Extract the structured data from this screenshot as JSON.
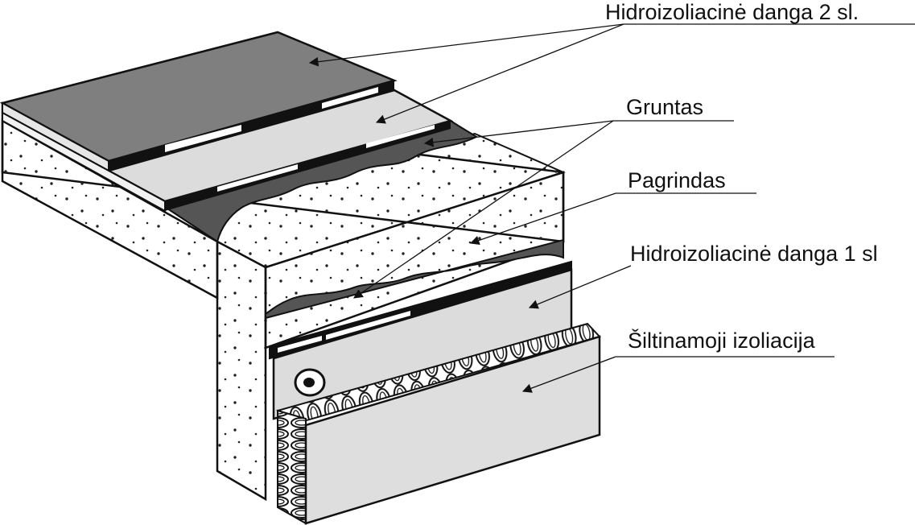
{
  "labels": {
    "waterproofing_layer_2": "Hidroizoliacinė danga 2 sl.",
    "soil": "Gruntas",
    "base": "Pagrindas",
    "waterproofing_layer_1": "Hidroizoliacinė danga 1 sl",
    "thermal_insulation": "Šiltinamoji izoliacija"
  },
  "colors": {
    "background": "#ffffff",
    "outline": "#111111",
    "membrane_dark": "#7f7f7f",
    "membrane_light": "#dcdcdc",
    "soil": "#555555",
    "seam": "#111111",
    "insulation": "#dedede",
    "concrete": "#ffffff"
  }
}
